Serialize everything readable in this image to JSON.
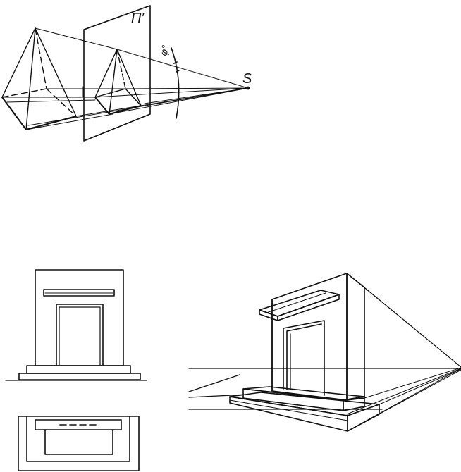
{
  "labels": {
    "plane": "П′",
    "center": "S",
    "angle": "φ°"
  },
  "colors": {
    "ink": "#111111",
    "background": "#ffffff"
  }
}
